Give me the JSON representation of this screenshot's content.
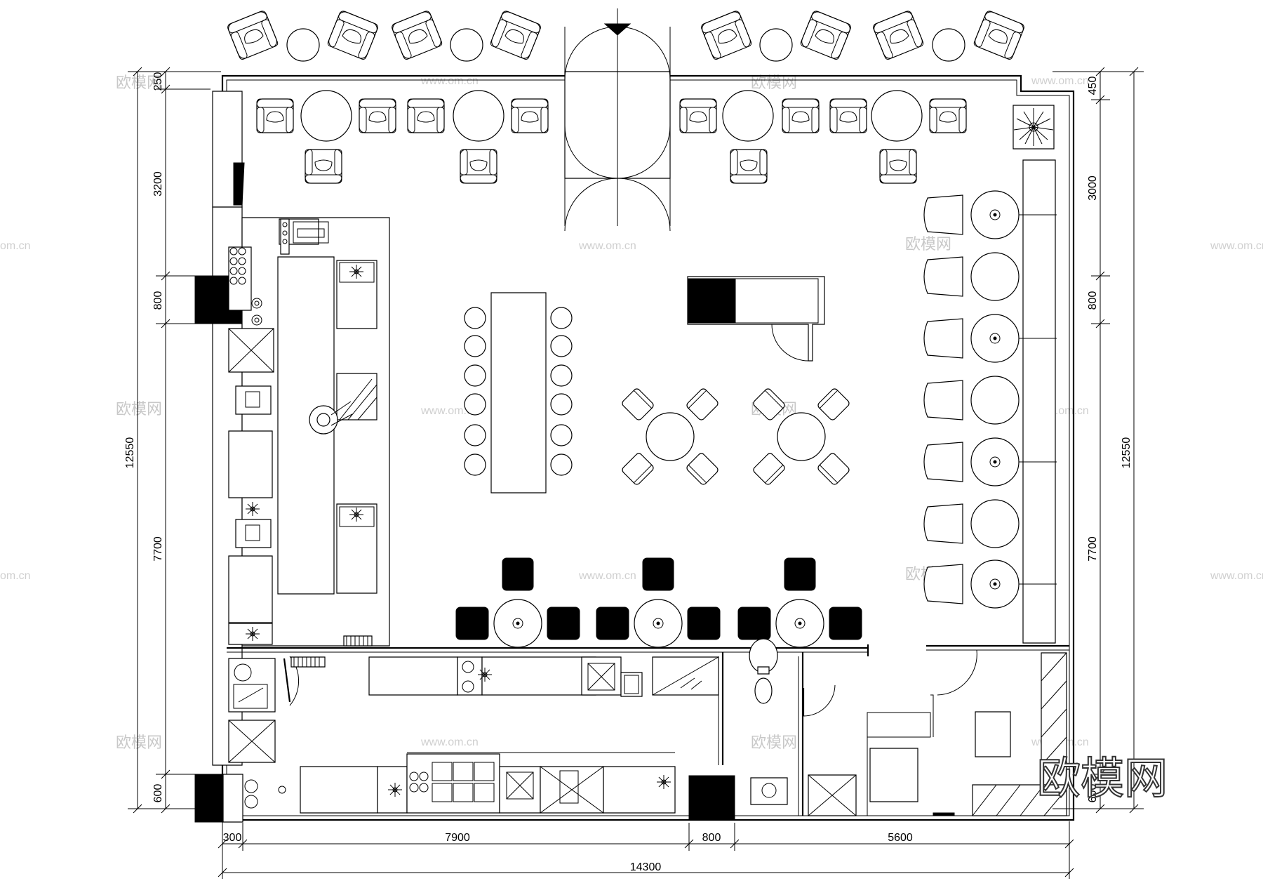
{
  "dimensions": {
    "left": {
      "total": "12550",
      "segments": [
        "250",
        "3200",
        "800",
        "7700",
        "600"
      ]
    },
    "right": {
      "total": "12550",
      "segments": [
        "450",
        "3000",
        "800",
        "7700",
        "600"
      ]
    },
    "bottom": {
      "total": "14300",
      "segments": [
        "300",
        "7900",
        "800",
        "5600"
      ]
    }
  },
  "watermark": {
    "text": "欧模网",
    "url": "www.om.cn",
    "url_short": "om.cn",
    "logo": "欧模网"
  },
  "icons": {
    "entrance": "entrance-arrow-icon",
    "plant": "potted-plant-icon",
    "person": "person-icon",
    "snowflake": "refrigerator-snowflake-icon"
  }
}
